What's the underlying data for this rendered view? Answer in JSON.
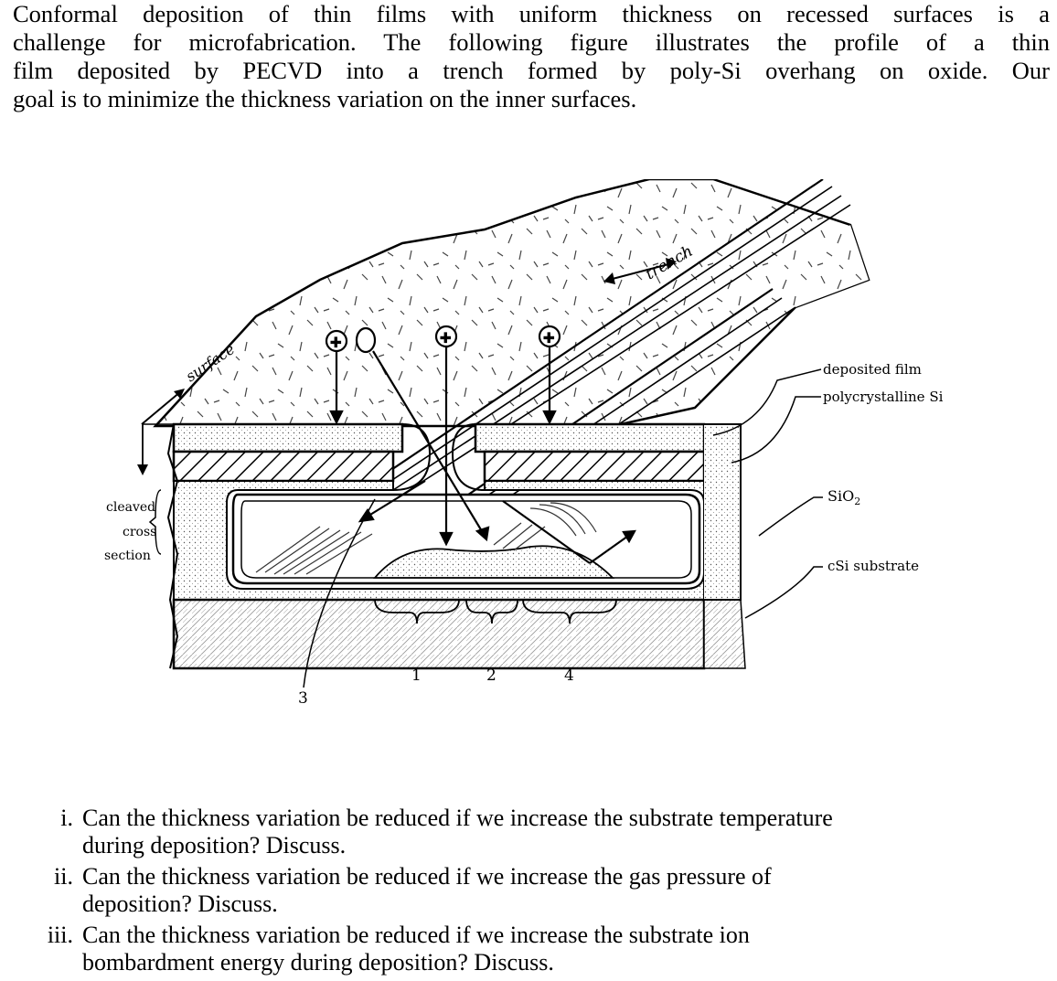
{
  "intro_lines": [
    "Conformal deposition of thin films with uniform thickness on recessed surfaces is a",
    "challenge for microfabrication. The following figure illustrates the profile of a thin",
    "film deposited by PECVD into a trench formed by poly-Si overhang on oxide. Our",
    "goal is to minimize the thickness variation on the inner surfaces."
  ],
  "figure": {
    "surface_label": "surface",
    "trench_label": "trench",
    "cleaved_lines": [
      "cleaved",
      "cross",
      "section"
    ],
    "legend": [
      "deposited film",
      "polycrystalline Si",
      "SiO",
      "cSi substrate"
    ],
    "sio2_subscript": "2",
    "region_numbers": [
      "1",
      "2",
      "4",
      "3"
    ]
  },
  "questions": [
    {
      "num": "i.",
      "line1": "Can the thickness variation be reduced if we increase the substrate temperature",
      "line2": "during deposition? Discuss."
    },
    {
      "num": "ii.",
      "line1": "Can the thickness variation be reduced if we increase the gas pressure of",
      "line2": "deposition? Discuss."
    },
    {
      "num": "iii.",
      "line1": "Can the thickness variation be reduced if we increase the substrate ion",
      "line2": "bombardment energy during deposition? Discuss."
    }
  ]
}
